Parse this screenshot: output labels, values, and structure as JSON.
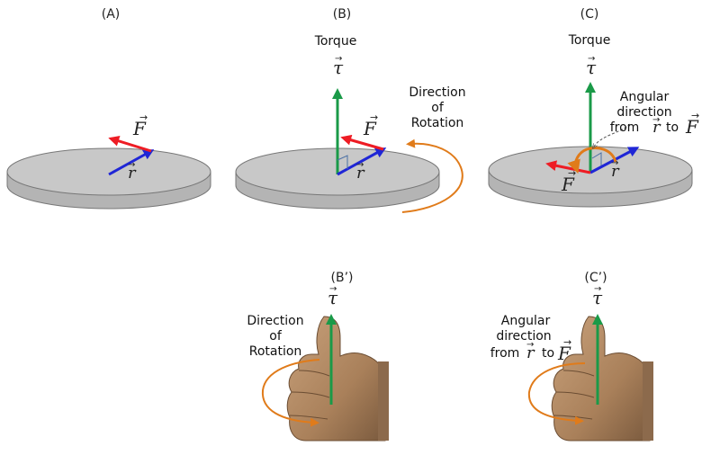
{
  "panels": {
    "a": "(A)",
    "b": "(B)",
    "c": "(C)",
    "b_prime": "(B’)",
    "c_prime": "(C’)"
  },
  "labels": {
    "torque": "Torque",
    "direction_of_rotation": [
      "Direction",
      "of",
      "Rotation"
    ],
    "angular_direction": [
      "Angular",
      "direction",
      "from",
      "to"
    ]
  },
  "symbols": {
    "tau": "τ",
    "F": "F",
    "r": "r"
  },
  "colors": {
    "torque": "#1a9a48",
    "force": "#ee1c24",
    "radius": "#1f26d6",
    "rotation": "#e07b1a",
    "disk_top": "#c8c8c8",
    "disk_side": "#b4b4b4",
    "disk_edge": "#777777",
    "skin": "#b58d66"
  }
}
